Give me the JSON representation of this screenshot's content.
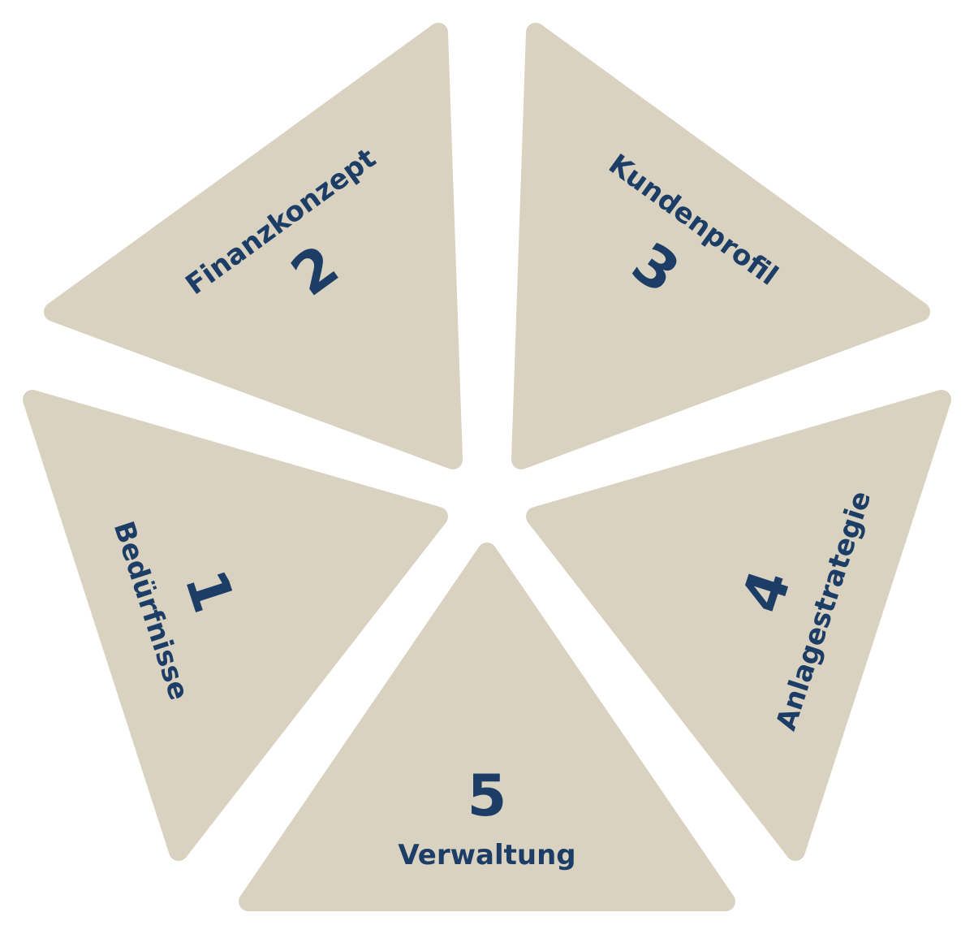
{
  "colors": {
    "segment_fill": "#d9d2c1",
    "text": "#1c3d66",
    "background": "#ffffff"
  },
  "steps": [
    {
      "number": "1",
      "label": "Bedürfnisse"
    },
    {
      "number": "2",
      "label": "Finanzkonzept"
    },
    {
      "number": "3",
      "label": "Kundenprofil"
    },
    {
      "number": "4",
      "label": "Anlagestrategie"
    },
    {
      "number": "5",
      "label": "Verwaltung"
    }
  ]
}
